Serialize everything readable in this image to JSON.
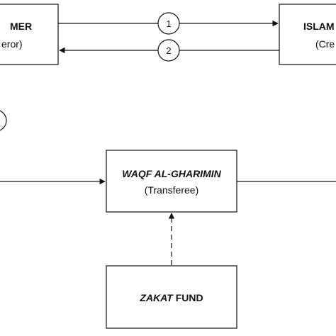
{
  "nodes": {
    "customer": {
      "title": "MER",
      "subtitle": "eror)"
    },
    "islamic_bank": {
      "title": "ISLAM",
      "subtitle": "(Cre"
    },
    "waqf": {
      "title_italic": "WAQF AL-GHARIMIN",
      "subtitle": "(Transferee)"
    },
    "zakat": {
      "title_italic": "ZAKAT",
      "title_rest": " FUND"
    }
  },
  "flows": [
    {
      "label": "1"
    },
    {
      "label": "2"
    }
  ]
}
